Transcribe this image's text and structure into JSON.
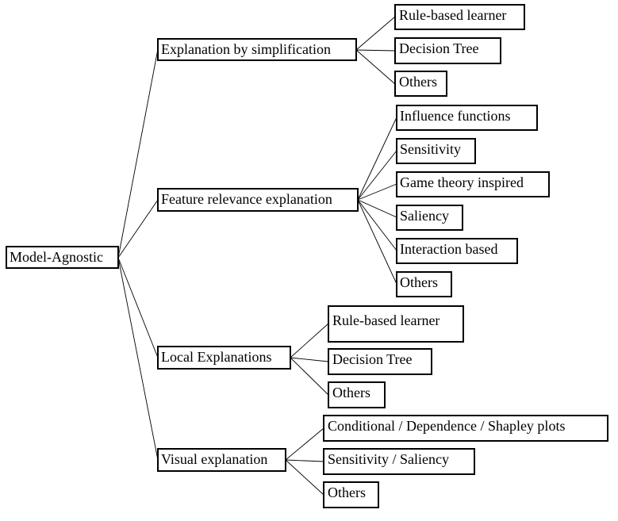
{
  "root": {
    "label": "Model-Agnostic",
    "children": [
      {
        "label": "Explanation by simplification",
        "children": [
          {
            "label": "Rule-based learner"
          },
          {
            "label": "Decision Tree"
          },
          {
            "label": "Others"
          }
        ]
      },
      {
        "label": "Feature relevance explanation",
        "children": [
          {
            "label": "Influence functions"
          },
          {
            "label": "Sensitivity"
          },
          {
            "label": "Game theory inspired"
          },
          {
            "label": "Saliency"
          },
          {
            "label": "Interaction based"
          },
          {
            "label": "Others"
          }
        ]
      },
      {
        "label": "Local Explanations",
        "children": [
          {
            "label": "Rule-based learner"
          },
          {
            "label": "Decision Tree"
          },
          {
            "label": "Others"
          }
        ]
      },
      {
        "label": "Visual explanation",
        "children": [
          {
            "label": "Conditional / Dependence / Shapley plots"
          },
          {
            "label": "Sensitivity / Saliency"
          },
          {
            "label": "Others"
          }
        ]
      }
    ]
  }
}
